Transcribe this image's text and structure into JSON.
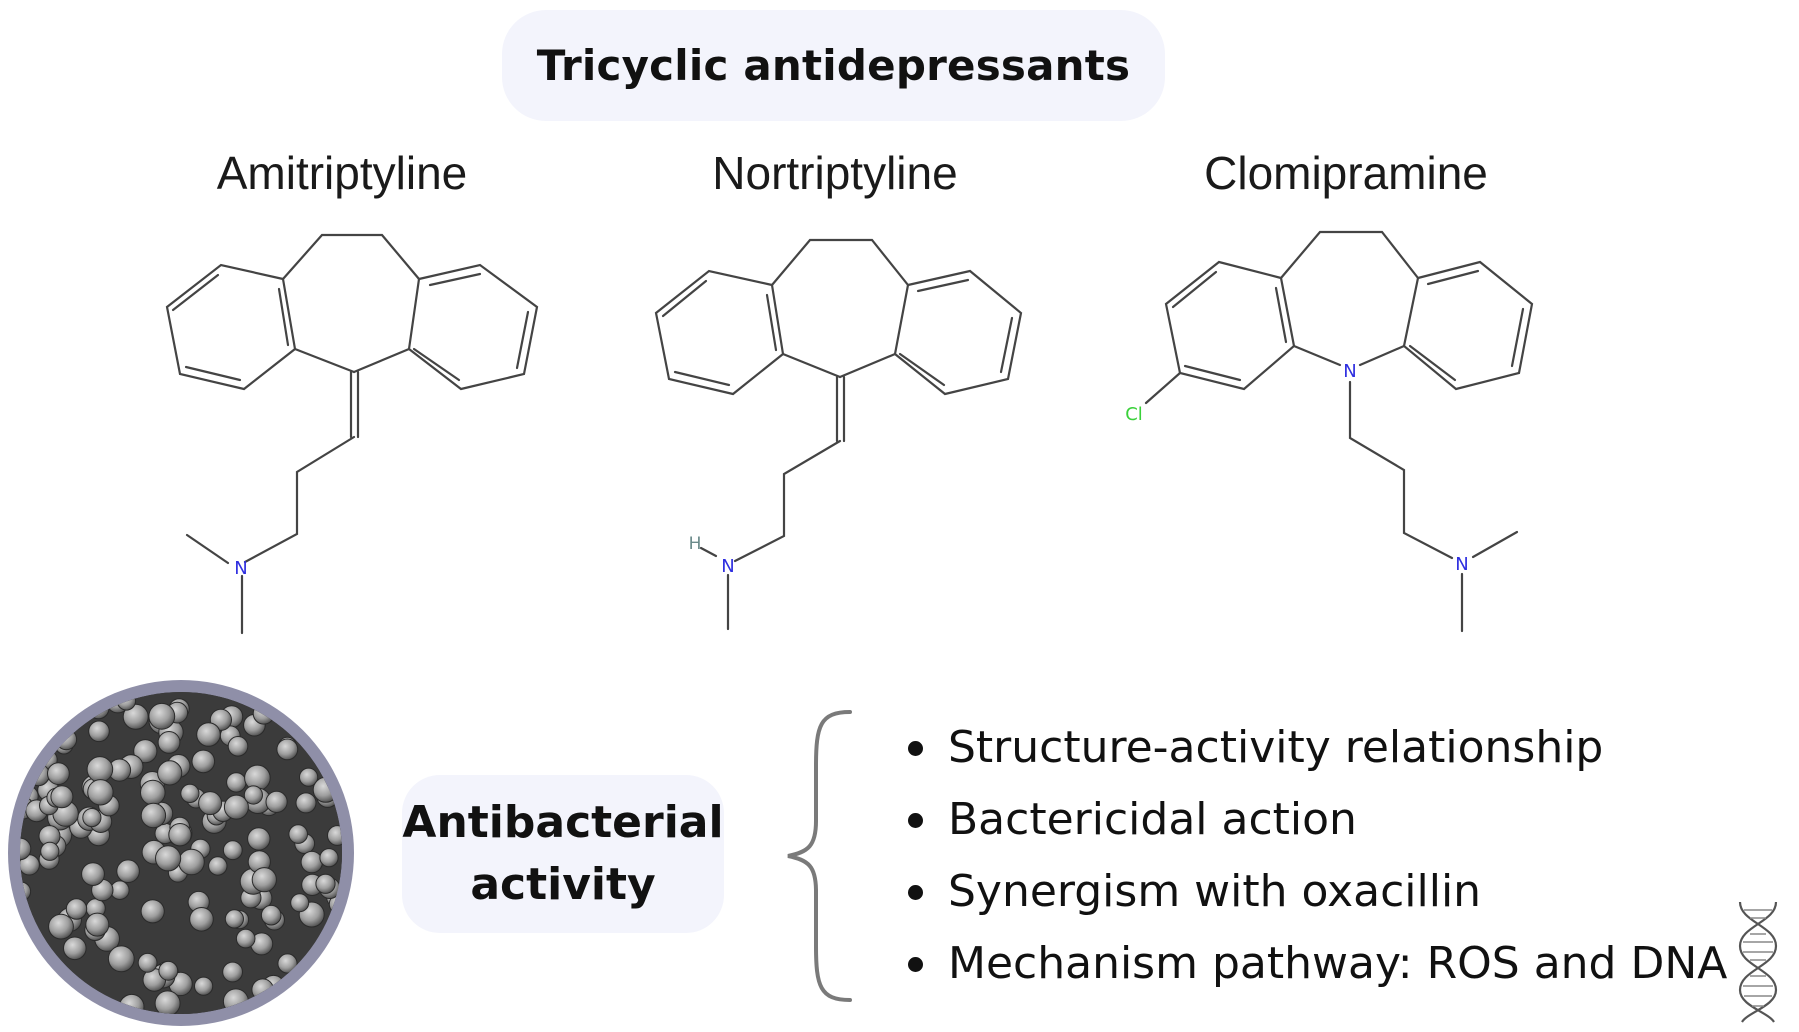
{
  "title": "Tricyclic antidepressants",
  "molecules": [
    {
      "name": "Amitriptyline",
      "atom_labels": {
        "n": "N"
      }
    },
    {
      "name": "Nortriptyline",
      "atom_labels": {
        "h": "H",
        "n": "N"
      }
    },
    {
      "name": "Clomipramine",
      "atom_labels": {
        "cl": "Cl",
        "n_ring": "N",
        "n": "N"
      }
    }
  ],
  "activity": {
    "line1": "Antibacterial",
    "line2": "activity"
  },
  "bullets": [
    "Structure-activity relationship",
    "Bactericidal action",
    "Synergism with oxacillin",
    "Mechanism pathway: ROS and DNA"
  ],
  "colors": {
    "bond": "#444444",
    "nitrogen": "#2f2fe0",
    "chlorine": "#3ad13a",
    "hydrogen": "#6a8a8a",
    "pill_bg": "#f3f4fc",
    "circle_border": "#8f8fa8",
    "brace": "#7a7a7a"
  },
  "icons": {
    "bacteria_image": "bacteria-micrograph-icon",
    "dna": "dna-helix-icon"
  }
}
